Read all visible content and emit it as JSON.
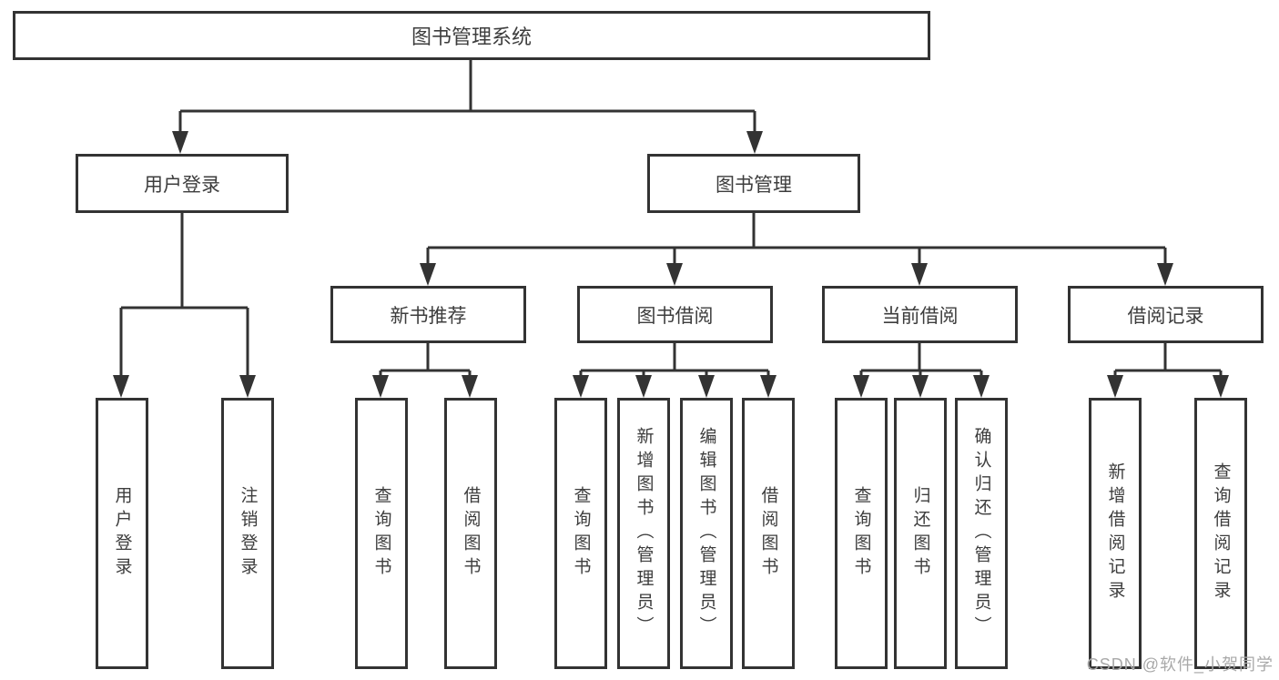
{
  "diagram": {
    "title": "图书管理系统",
    "level2": [
      {
        "label": "用户登录",
        "leaves": [
          "用户登录",
          "注销登录"
        ]
      },
      {
        "label": "图书管理"
      }
    ],
    "level3": [
      {
        "label": "新书推荐",
        "leaves": [
          "查询图书",
          "借阅图书"
        ]
      },
      {
        "label": "图书借阅",
        "leaves": [
          "查询图书",
          "新增图书（管理员）",
          "编辑图书（管理员）",
          "借阅图书"
        ]
      },
      {
        "label": "当前借阅",
        "leaves": [
          "查询图书",
          "归还图书",
          "确认归还（管理员）"
        ]
      },
      {
        "label": "借阅记录",
        "leaves": [
          "新增借阅记录",
          "查询借阅记录"
        ]
      }
    ]
  },
  "watermark": "CSDN @软件_小贺同学",
  "colors": {
    "line": "#333333",
    "box_fill": "#ffffff",
    "text": "#3d3d3d",
    "watermark": "#a9a9a9"
  }
}
